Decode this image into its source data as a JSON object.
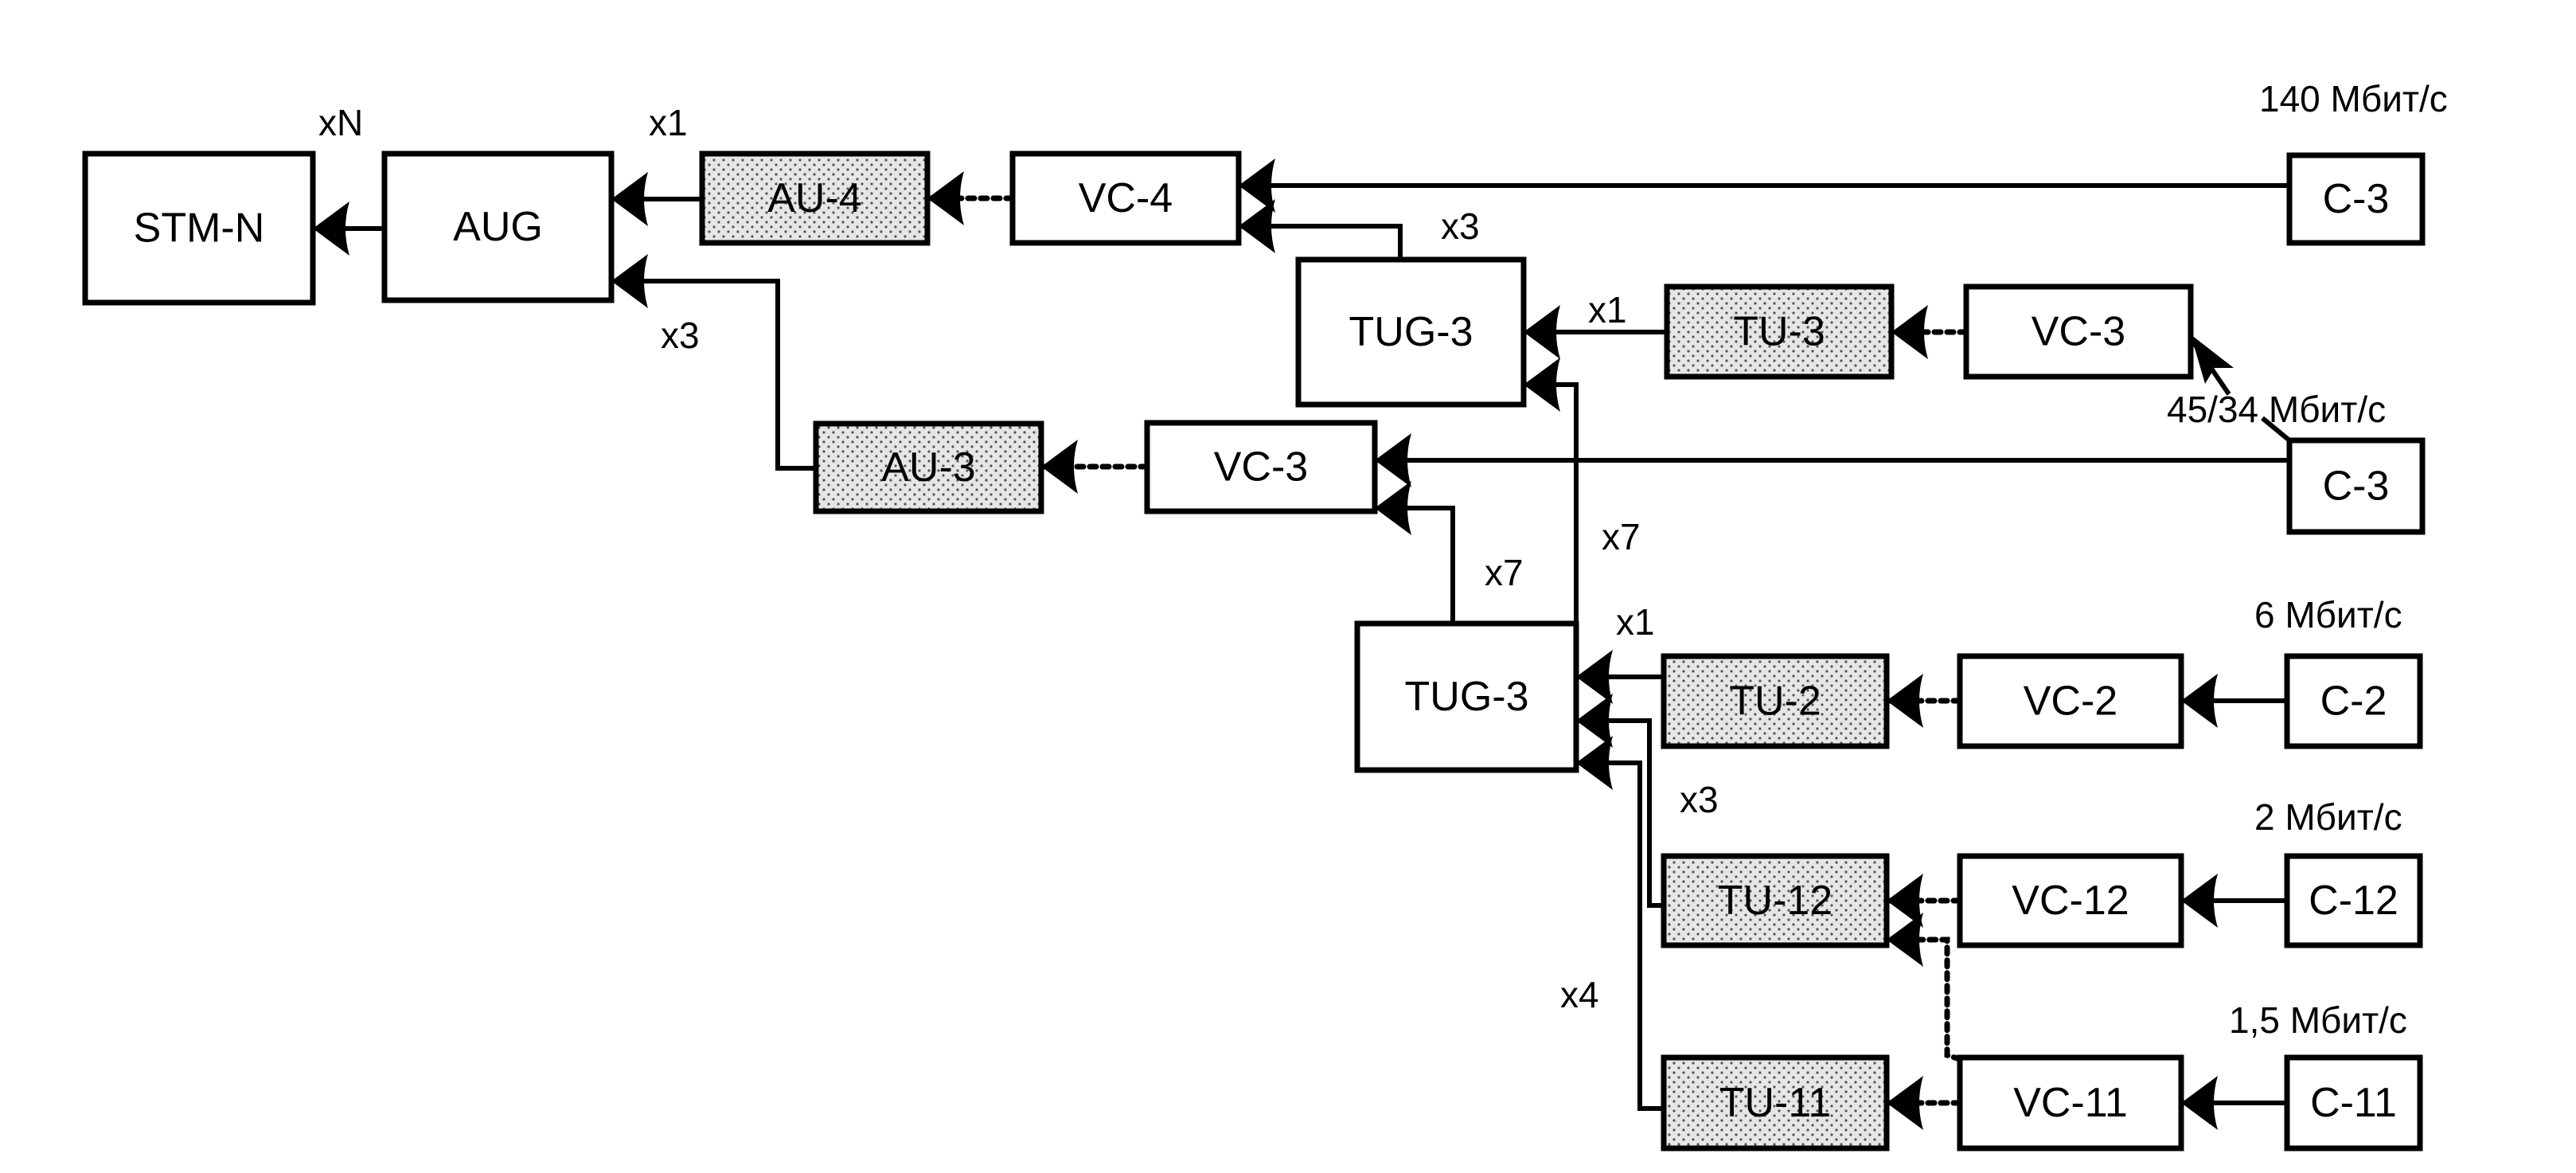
{
  "title": "SDH multiplexing structure",
  "nodes": [
    {
      "id": "stm-n",
      "label": "STM-N",
      "shaded": false
    },
    {
      "id": "aug",
      "label": "AUG",
      "shaded": false
    },
    {
      "id": "au-4",
      "label": "AU-4",
      "shaded": true
    },
    {
      "id": "vc-4",
      "label": "VC-4",
      "shaded": false
    },
    {
      "id": "c-3-top",
      "label": "C-3",
      "shaded": false
    },
    {
      "id": "tug-3-upper",
      "label": "TUG-3",
      "shaded": false
    },
    {
      "id": "tu-3",
      "label": "TU-3",
      "shaded": true
    },
    {
      "id": "vc-3-right",
      "label": "VC-3",
      "shaded": false
    },
    {
      "id": "au-3",
      "label": "AU-3",
      "shaded": true
    },
    {
      "id": "vc-3-mid",
      "label": "VC-3",
      "shaded": false
    },
    {
      "id": "c-3-mid",
      "label": "C-3",
      "shaded": false
    },
    {
      "id": "tug-3-lower",
      "label": "TUG-3",
      "shaded": false
    },
    {
      "id": "tu-2",
      "label": "TU-2",
      "shaded": true
    },
    {
      "id": "vc-2",
      "label": "VC-2",
      "shaded": false
    },
    {
      "id": "c-2",
      "label": "C-2",
      "shaded": false
    },
    {
      "id": "tu-12",
      "label": "TU-12",
      "shaded": true
    },
    {
      "id": "vc-12",
      "label": "VC-12",
      "shaded": false
    },
    {
      "id": "c-12",
      "label": "C-12",
      "shaded": false
    },
    {
      "id": "tu-11",
      "label": "TU-11",
      "shaded": true
    },
    {
      "id": "vc-11",
      "label": "VC-11",
      "shaded": false
    },
    {
      "id": "c-11",
      "label": "C-11",
      "shaded": false
    }
  ],
  "multipliers": {
    "aug_to_stm": "xN",
    "au4_to_aug": "x1",
    "au3_to_aug": "x3",
    "tug3_to_vc4": "x3",
    "tu3_to_tug3": "x1",
    "tug3_to_vc3": "x7",
    "tug2_to_tug3": "x7",
    "tu2_to_tug2": "x1",
    "tu12_to_tug2": "x3",
    "tu11_to_tug2": "x4"
  },
  "rates": {
    "c3_top": "140 Мбит/с",
    "c3_mid": "45/34 Мбит/с",
    "c2": "6 Мбит/с",
    "c12": "2 Мбит/с",
    "c11": "1,5 Мбит/с"
  },
  "colors": {
    "line": "#000000",
    "shaded_fill": "#d9d9d9",
    "background": "#ffffff"
  }
}
